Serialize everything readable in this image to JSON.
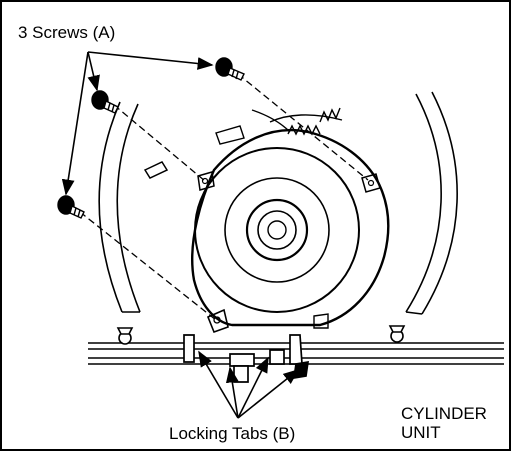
{
  "labels": {
    "screws": "3 Screws (A)",
    "locking_tabs": "Locking Tabs (B)",
    "unit_line1": "CYLINDER",
    "unit_line2": "UNIT"
  },
  "colors": {
    "ink": "#000000",
    "paper": "#ffffff"
  }
}
